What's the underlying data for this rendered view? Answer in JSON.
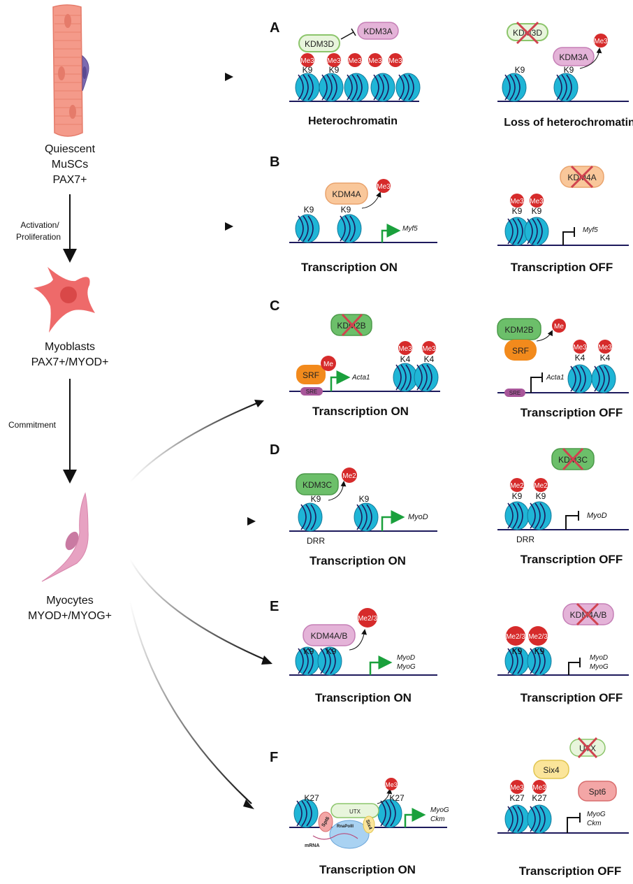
{
  "stages": {
    "quiescent": [
      "Quiescent",
      "MuSCs",
      "PAX7+"
    ],
    "activation": [
      "Activation/",
      "Proliferation"
    ],
    "myoblasts": [
      "Myoblasts",
      "PAX7+/MYOD+"
    ],
    "commitment": "Commitment",
    "myocytes": [
      "Myocytes",
      "MYOD+/MYOG+"
    ]
  },
  "panels": {
    "A": {
      "letter": "A",
      "left": {
        "enzyme_active": "KDM3D",
        "enzyme_inhibited": "KDM3A",
        "marks": [
          "Me3",
          "Me3",
          "Me3",
          "Me3",
          "Me3"
        ],
        "sites": [
          "K9",
          "K9"
        ],
        "caption": "Heterochromatin"
      },
      "right": {
        "enzyme_lost": "KDM3D",
        "enzyme": "KDM3A",
        "mark": "Me3",
        "sites": [
          "K9",
          "K9"
        ],
        "caption": "Loss of heterochromatin"
      }
    },
    "B": {
      "letter": "B",
      "left": {
        "enzyme": "KDM4A",
        "mark": "Me3",
        "sites": [
          "K9",
          "K9"
        ],
        "gene": "Myf5",
        "caption": "Transcription ON"
      },
      "right": {
        "enzyme_lost": "KDM4A",
        "marks": [
          "Me3",
          "Me3"
        ],
        "sites": [
          "K9",
          "K9"
        ],
        "gene": "Myf5",
        "caption": "Transcription OFF"
      }
    },
    "C": {
      "letter": "C",
      "left": {
        "enzyme_lost": "KDM2B",
        "factor": "SRF",
        "mark_factor": "Me",
        "element": "SRE",
        "gene": "Acta1",
        "marks": [
          "Me3",
          "Me3"
        ],
        "sites": [
          "K4",
          "K4"
        ],
        "caption": "Transcription ON"
      },
      "right": {
        "enzyme": "KDM2B",
        "factor": "SRF",
        "mark_factor": "Me",
        "element": "SRE",
        "gene": "Acta1",
        "marks": [
          "Me3",
          "Me3"
        ],
        "sites": [
          "K4",
          "K4"
        ],
        "caption": "Transcription OFF"
      }
    },
    "D": {
      "letter": "D",
      "left": {
        "enzyme": "KDM3C",
        "mark": "Me2",
        "sites": [
          "K9",
          "K9"
        ],
        "region": "DRR",
        "gene": "MyoD",
        "caption": "Transcription ON"
      },
      "right": {
        "enzyme_lost": "KDM3C",
        "marks": [
          "Me2",
          "Me2"
        ],
        "sites": [
          "K9",
          "K9"
        ],
        "region": "DRR",
        "gene": "MyoD",
        "caption": "Transcription OFF"
      }
    },
    "E": {
      "letter": "E",
      "left": {
        "enzyme": "KDM4A/B",
        "mark": "Me2/3",
        "sites": [
          "K9",
          "K9"
        ],
        "genes": [
          "MyoD",
          "MyoG"
        ],
        "caption": "Transcription ON"
      },
      "right": {
        "enzyme_lost": "KDM4A/B",
        "marks": [
          "Me2/3",
          "Me2/3"
        ],
        "sites": [
          "K9",
          "K9"
        ],
        "genes": [
          "MyoD",
          "MyoG"
        ],
        "caption": "Transcription OFF"
      }
    },
    "F": {
      "letter": "F",
      "left": {
        "sites": [
          "K27",
          "K27"
        ],
        "mark": "Me3",
        "proteins": [
          "UTX",
          "Spt6",
          "RnaPolII",
          "Six4"
        ],
        "rna": "mRNA",
        "genes": [
          "MyoG",
          "Ckm"
        ],
        "caption": "Transcription ON"
      },
      "right": {
        "enzyme_lost": "UTX",
        "factors": [
          "Six4",
          "Spt6"
        ],
        "marks": [
          "Me3",
          "Me3"
        ],
        "sites": [
          "K27",
          "K27"
        ],
        "genes": [
          "MyoG",
          "Ckm"
        ],
        "caption": "Transcription OFF"
      }
    }
  },
  "colors": {
    "nucleosome": "#1fb5d6",
    "nucleosome_dark": "#12799a",
    "mark": "#d62b2b",
    "dna": "#1d1a5c",
    "tss_arrow": "#1aa03c",
    "kdm3d": "#e8f5dc",
    "kdm3a": "#e4b3d8",
    "kdm4a": "#f9c79a",
    "kdm2b": "#6cbf6a",
    "kdm3c": "#6cbf6a",
    "kdm4ab": "#e4b3d8",
    "srf": "#f28a1c",
    "sre": "#a8569a",
    "utx": "#e8f5dc",
    "six4": "#fbe59a",
    "spt6": "#f3a6a6",
    "muscle_fiber": "#f49a8a",
    "myoblast": "#ee6a6a",
    "myocyte": "#e7a2c2",
    "satellite_cell": "#7c6bb1"
  }
}
